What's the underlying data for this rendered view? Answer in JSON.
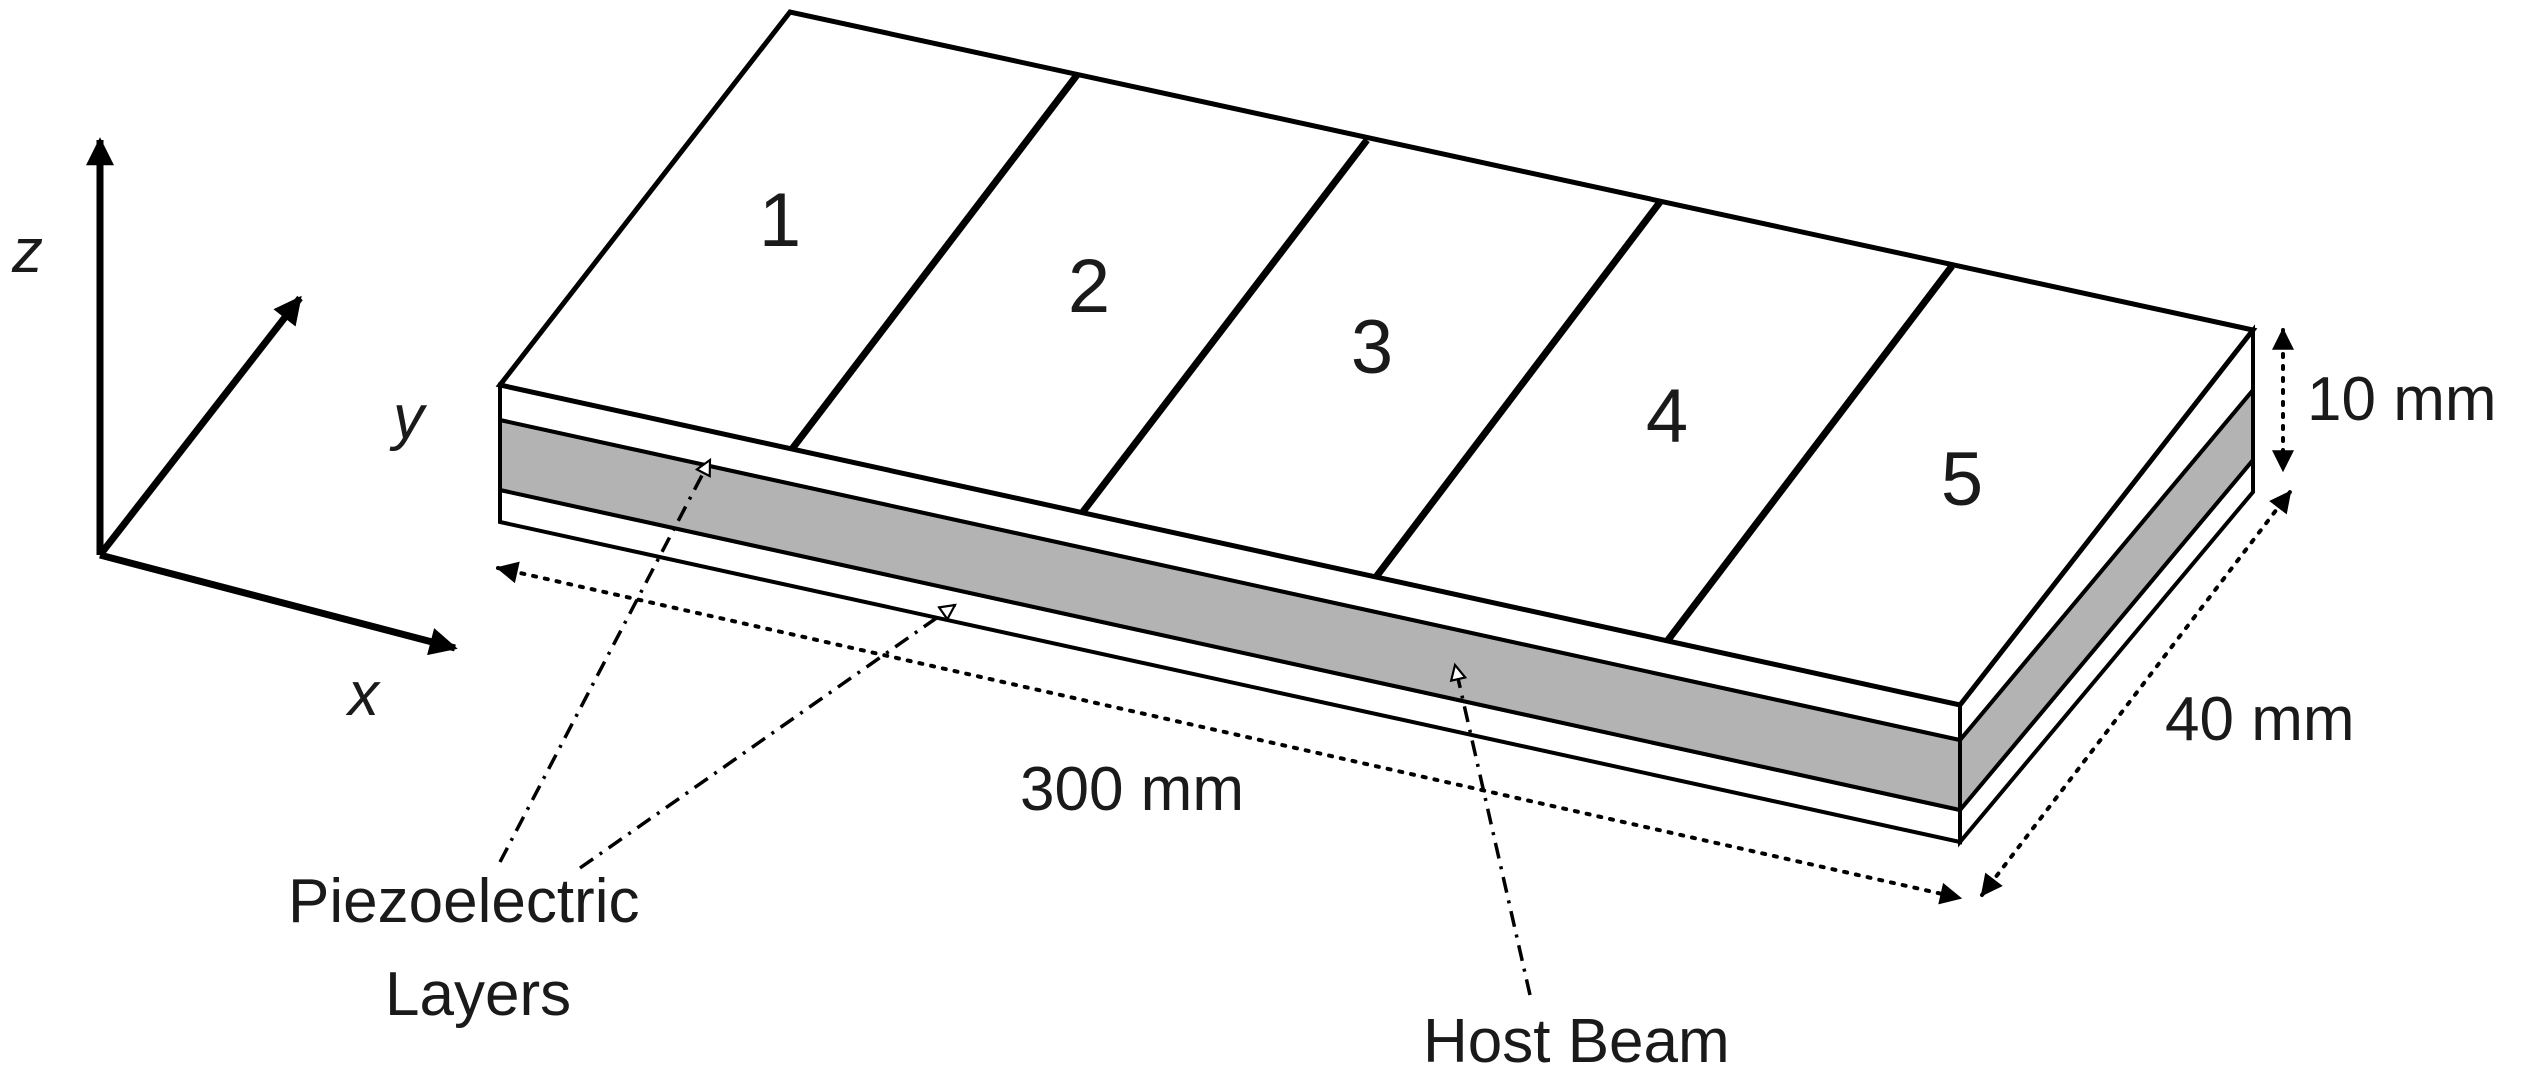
{
  "axes": {
    "z_label": "z",
    "y_label": "y",
    "x_label": "x"
  },
  "segments": [
    "1",
    "2",
    "3",
    "4",
    "5"
  ],
  "dimensions": {
    "thickness": "10 mm",
    "width": "40 mm",
    "length": "300 mm"
  },
  "callouts": {
    "piezo_line1": "Piezoelectric",
    "piezo_line2": "Layers",
    "host_beam": "Host Beam"
  },
  "colors": {
    "host_beam_fill": "#b3b3b3",
    "piezo_fill": "#ffffff",
    "line": "#000000"
  }
}
